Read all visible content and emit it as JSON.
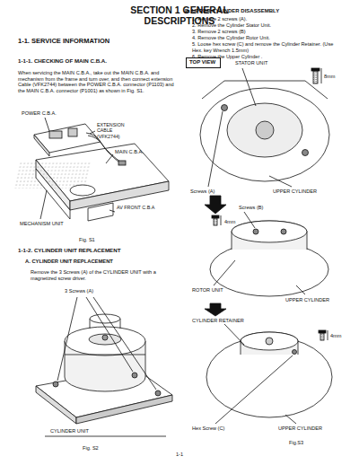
{
  "diagram": {
    "title": "SECTION 1 GENERAL DESCRIPTIONS",
    "nodes": [
      {
        "text": [
          "TOP VIEW"
        ]
      }
    ],
    "labels": [
      "1-1. SERVICE INFORMATION",
      "1-1-1. CHECKING OF MAIN C.B.A.",
      "When servicing the MAIN C.B.A., take out the MAIN C.B.A. and mechanism from the frame and turn over, and then connect extension Cable (VFK2744) between the POWER C.B.A. connector (P1103) and the MAIN C.B.A. connector (P1001) as shown in Fig. S1.",
      "POWER C.B.A.",
      "EXTENSION CABLE (VFK2744)",
      "MAIN C.B.A.",
      "AV FRONT C.B.A",
      "MECHANISM UNIT",
      "Fig. S1",
      "1-1-2. CYLINDER UNIT REPLACEMENT",
      "A. CYLINDER UNIT REPLACEMENT",
      "Remove the 3 Screws (A) of the CYLINDER UNIT with a magnetized screw driver.",
      "3 Screws (A)",
      "CYLINDER UNIT",
      "Fig. S2",
      "B. UPPER CYLINDER DISASSEMBLY",
      "1. Remove 2 screws (A).",
      "2. Remove the Cylinder Stator Unit.",
      "3. Remove 2 screws (B)",
      "4. Remove the Cylinder Rotor Unit.",
      "5. Loose hex screw (C) and remove the Cylinder Retainer. (Use Hex. key Wrench 1.5mm)",
      "6. Remove the Upper Cylinder .",
      "STATOR UNIT",
      "8mm",
      "Screws (A)",
      "UPPER CYLINDER",
      "Screws (B)",
      "4mm",
      "ROTOR UNIT",
      "UPPER CYLINDER",
      "CYLINDER RETAINER",
      "4mm",
      "Hex Screw (C)",
      "UPPER CYLINDER",
      "Fig.S3",
      "1-1"
    ]
  }
}
